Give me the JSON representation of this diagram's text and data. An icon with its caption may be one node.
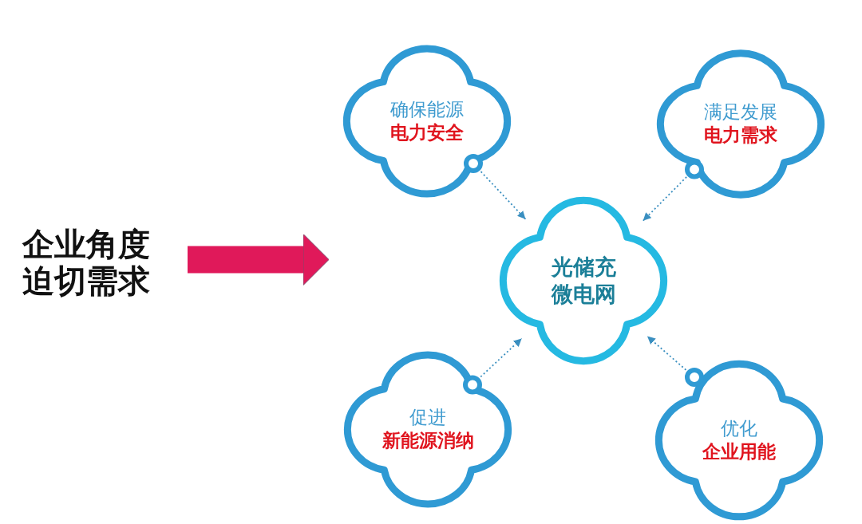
{
  "diagram": {
    "nodes": [
      {
        "text": [
          "企业角度迫切需求"
        ]
      },
      {
        "text": [
          "确保能源",
          "电力安全"
        ]
      },
      {
        "text": [
          "满足发展",
          "电力需求"
        ]
      },
      {
        "text": [
          "光储充微电网"
        ]
      },
      {
        "text": [
          "促进",
          "新能源消纳"
        ]
      },
      {
        "text": [
          "优化",
          "企业用能"
        ]
      }
    ],
    "edges": [
      {
        "from": 0,
        "to": null,
        "arrow": "to",
        "style": "thick",
        "color": "#e0195a"
      },
      {
        "from": 1,
        "to": 3,
        "arrow": "to",
        "style": "dashed"
      },
      {
        "from": 2,
        "to": 3,
        "arrow": "to",
        "style": "dashed"
      },
      {
        "from": 4,
        "to": 3,
        "arrow": "to",
        "style": "dashed"
      },
      {
        "from": 5,
        "to": 3,
        "arrow": "to",
        "style": "dashed"
      }
    ]
  }
}
